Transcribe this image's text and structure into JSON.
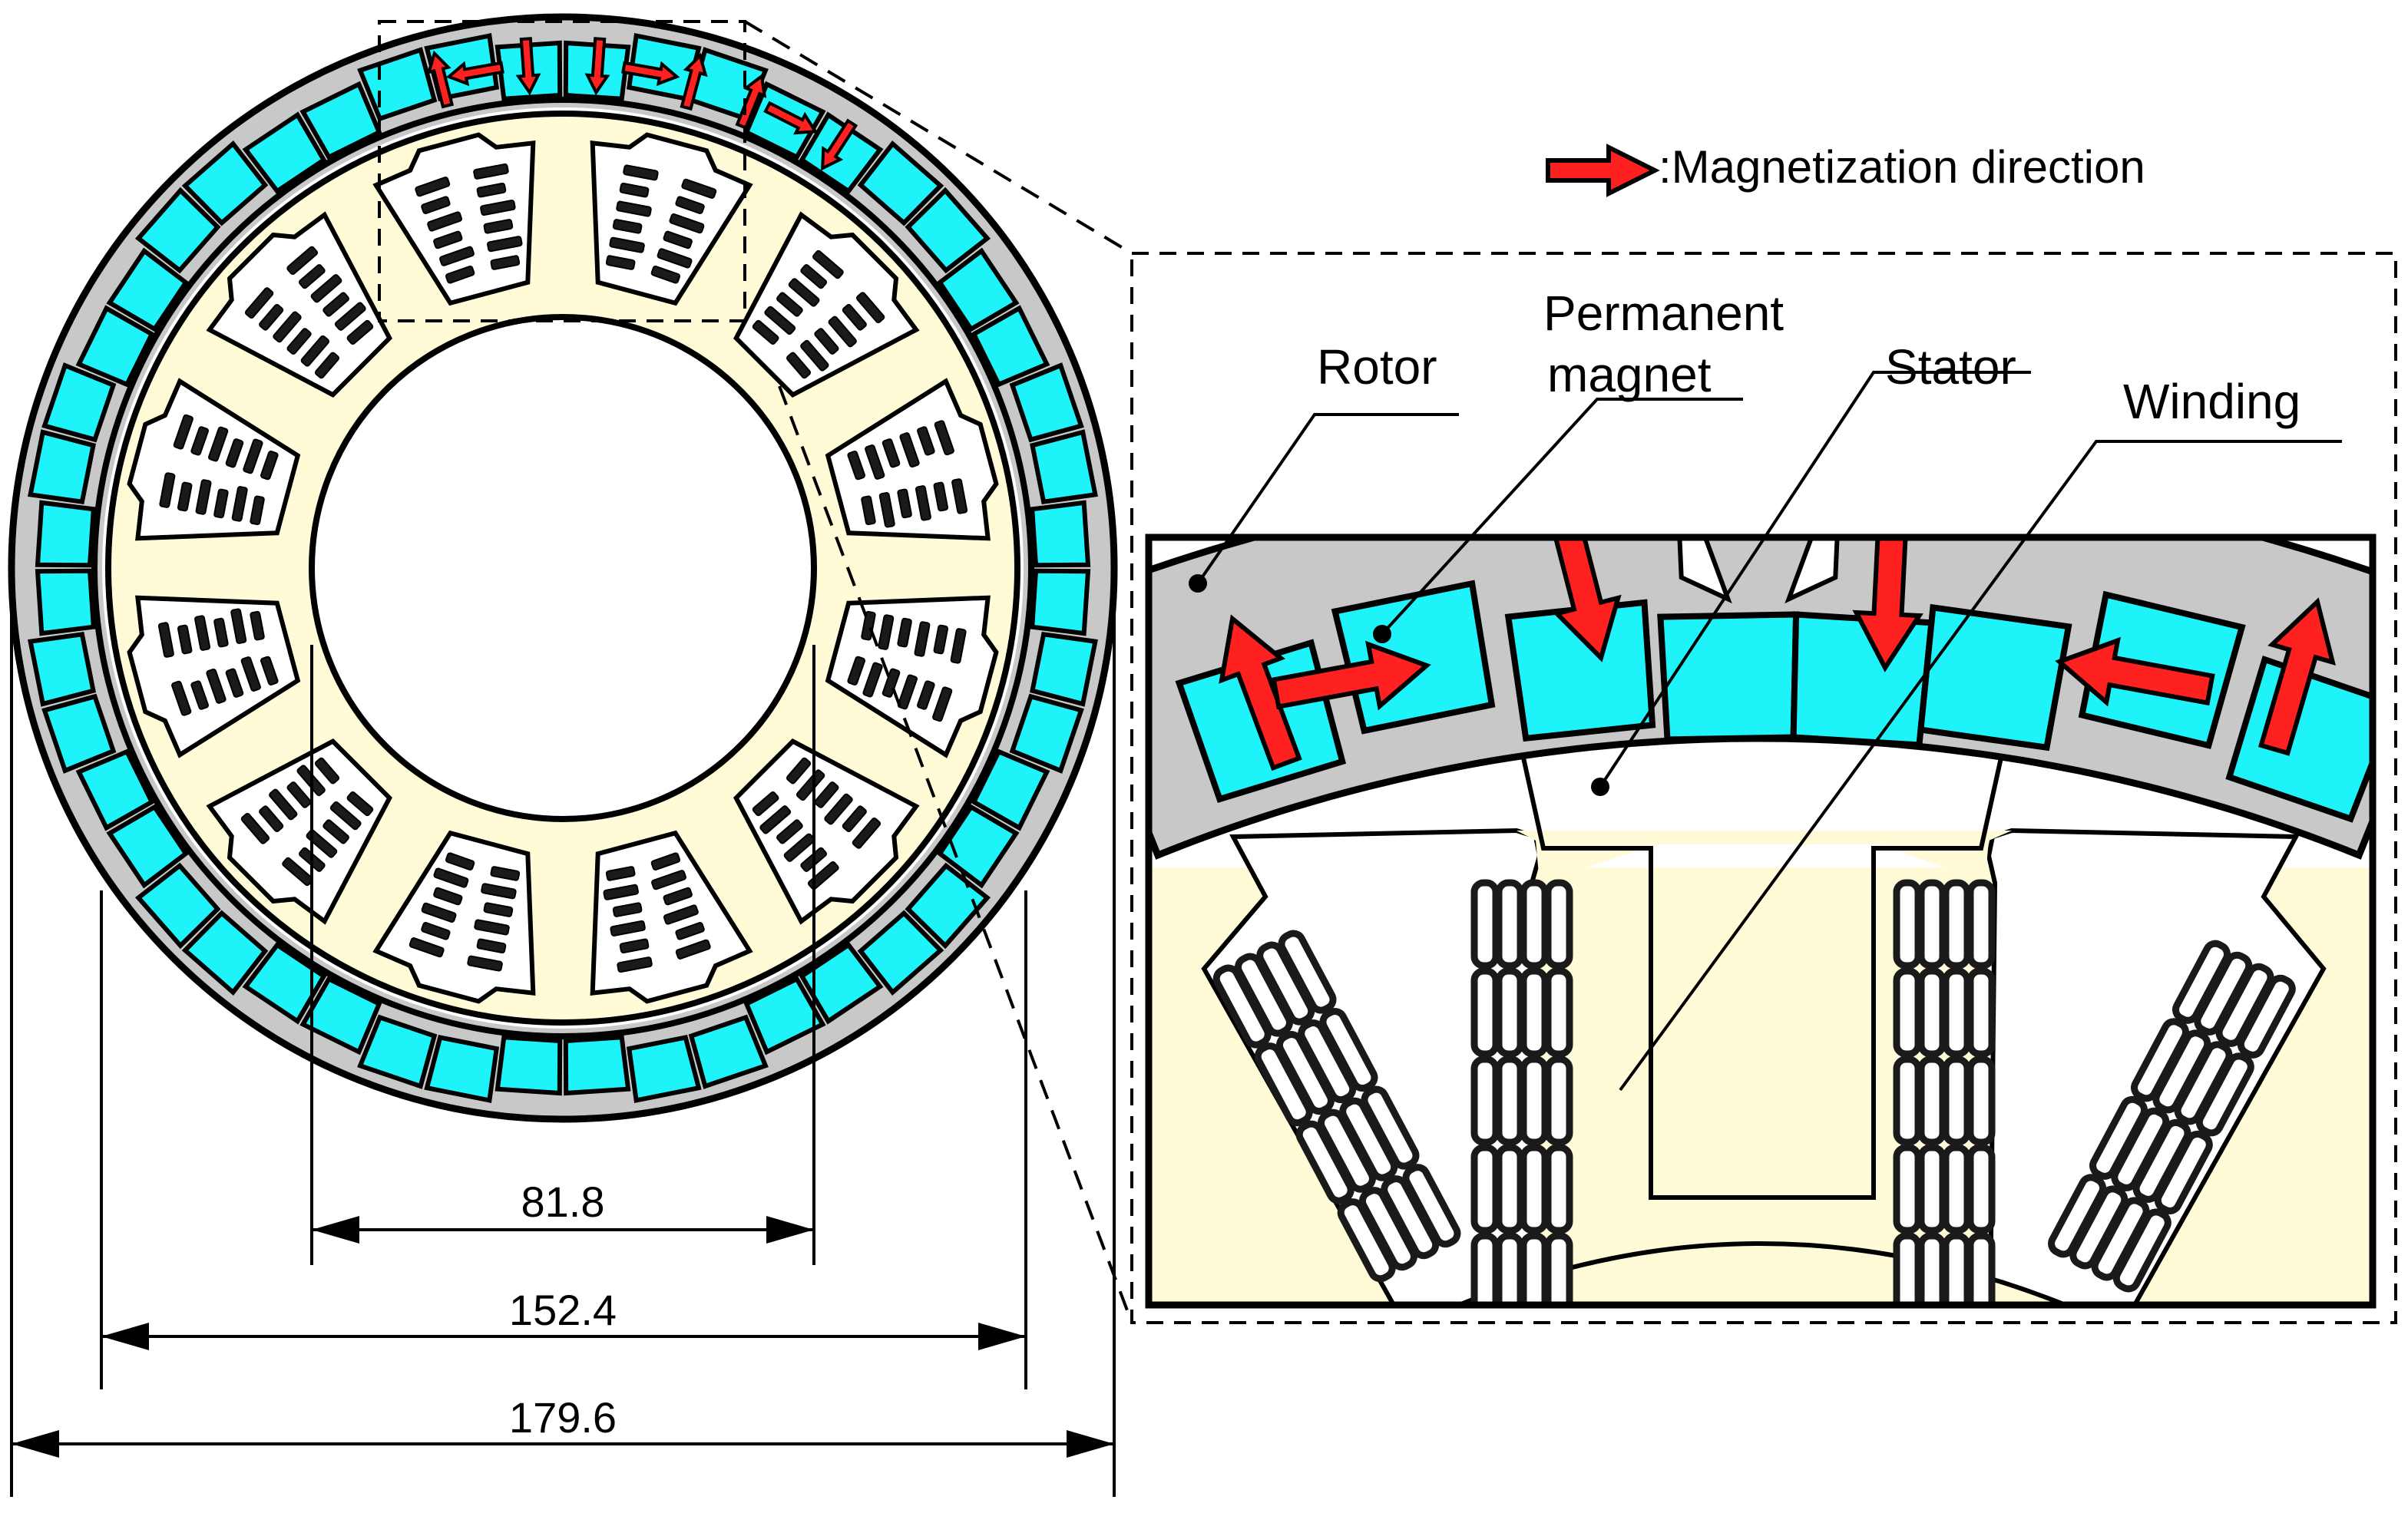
{
  "legend": {
    "text": ":Magnetization direction"
  },
  "labels": {
    "rotor": "Rotor",
    "magnet_line1": "Permanent",
    "magnet_line2": "magnet",
    "stator": "Stator",
    "winding": "Winding"
  },
  "dimensions": {
    "inner_diameter": "81.8",
    "stator_outer_diameter": "152.4",
    "rotor_outer_diameter": "179.6"
  },
  "colors": {
    "rotor_core": "#c8c8c8",
    "permanent_magnet": "#1ff3fa",
    "stator_core": "#fffbd6",
    "winding": "#1a1a1a",
    "arrow": "#ff2020"
  },
  "machine": {
    "stator_slots": 12,
    "magnets_per_pole_group": 4
  }
}
